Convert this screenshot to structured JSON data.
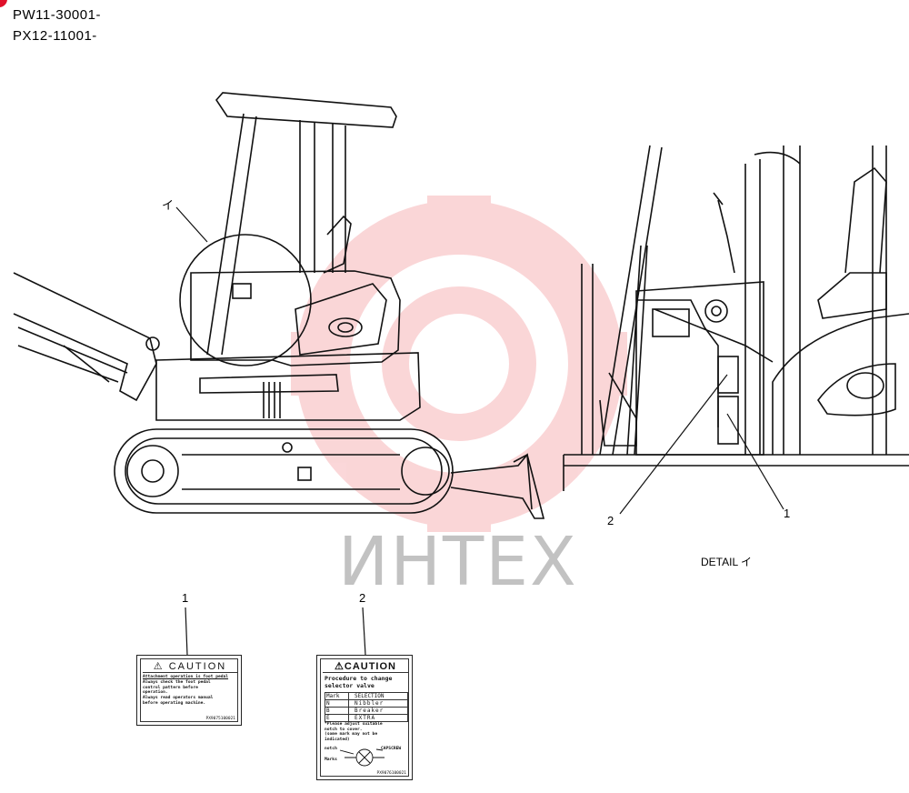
{
  "serials": [
    "PW11-30001-",
    "PX12-11001-"
  ],
  "watermark": {
    "text": "ИНТЕХ",
    "color": "#e8202a"
  },
  "callouts": {
    "detail_marker": "イ",
    "main_item_1": "1",
    "main_item_2": "2",
    "label_1_ref": "1",
    "label_2_ref": "2"
  },
  "detail_caption": "DETAIL イ",
  "label_1": {
    "header": "⚠ CAUTION",
    "lines": [
      "Attachment operation is foot pedal",
      "Always check the foot pedal",
      "control pattern before",
      "operation.",
      "Always read operators manual",
      "before operating machine."
    ],
    "part_no": "PX9075100021"
  },
  "label_2": {
    "header": "⚠CAUTION",
    "title_lines": [
      "Procedure to change",
      "selector valve"
    ],
    "table_header": [
      "Mark",
      "SELECTION"
    ],
    "table_rows": [
      [
        "N",
        "Nibbler"
      ],
      [
        "B",
        "Breaker"
      ],
      [
        "E",
        "EXTRA"
      ]
    ],
    "notes": [
      "*Please adjust suitable",
      "notch to cover.",
      "(some mark may not be",
      "indicated)"
    ],
    "notch_label": "notch",
    "capscrew_label": "CAPSCREW",
    "marks_label": "Marks",
    "part_no": "PX9076100021"
  }
}
